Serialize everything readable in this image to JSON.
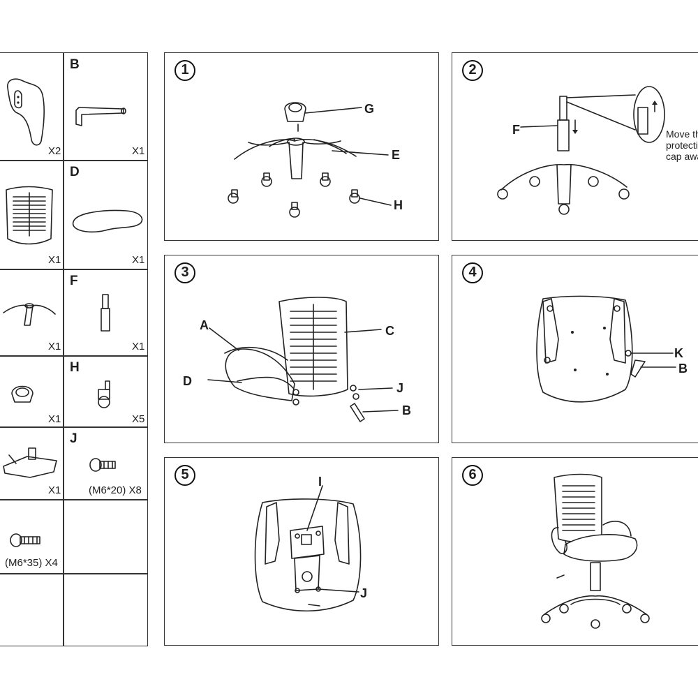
{
  "parts": [
    {
      "letter": "",
      "qty": "X2"
    },
    {
      "letter": "B",
      "qty": "X1"
    },
    {
      "letter": "",
      "qty": "X1"
    },
    {
      "letter": "D",
      "qty": "X1"
    },
    {
      "letter": "",
      "qty": "X1"
    },
    {
      "letter": "F",
      "qty": "X1"
    },
    {
      "letter": "",
      "qty": "X1"
    },
    {
      "letter": "H",
      "qty": "X5"
    },
    {
      "letter": "",
      "qty": "X1"
    },
    {
      "letter": "J",
      "qty": "(M6*20) X8"
    },
    {
      "letter": "",
      "qty": "(M6*35) X4"
    }
  ],
  "steps": [
    {
      "number": "1",
      "labels": {
        "g": "G",
        "e": "E",
        "h": "H"
      }
    },
    {
      "number": "2",
      "labels": {
        "f": "F"
      },
      "note": "Move th\nprotectio\ncap awa"
    },
    {
      "number": "3",
      "labels": {
        "a": "A",
        "c": "C",
        "d": "D",
        "j": "J",
        "b": "B"
      }
    },
    {
      "number": "4",
      "labels": {
        "k": "K",
        "b": "B"
      }
    },
    {
      "number": "5",
      "labels": {
        "i": "I",
        "j": "J"
      }
    },
    {
      "number": "6",
      "labels": {}
    }
  ]
}
